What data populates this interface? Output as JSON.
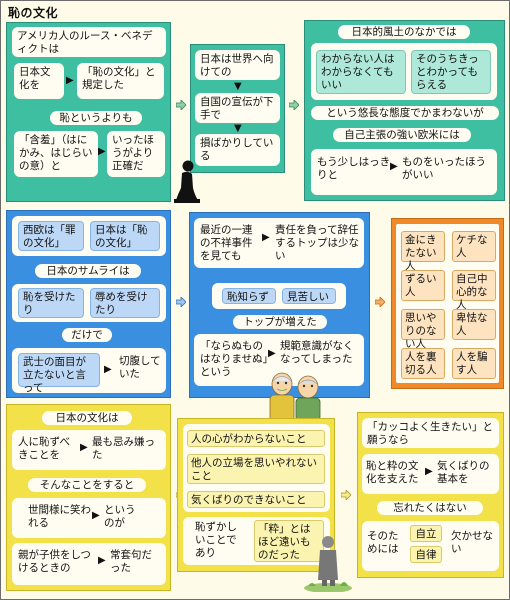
{
  "title": "恥の文化",
  "colors": {
    "green": "#3fbfa2",
    "blue": "#3b8fe0",
    "orange": "#f08a28",
    "yellow": "#f3e14a",
    "card": "#fffdf2"
  },
  "p1": {
    "head": "アメリカ人のルース・ベネディクトは",
    "a": "日本文化を",
    "b": "「恥の文化」と規定した",
    "mid": "恥というよりも",
    "c": "「含羞」（はにかみ、はじらいの意）と",
    "d": "いったほうがより正確だ"
  },
  "p2": {
    "a": "日本は世界へ向けての",
    "b": "自国の宣伝が下手で",
    "c": "損ばかりしている"
  },
  "p3": {
    "head": "日本的風土のなかでは",
    "a": "わからない人はわからなくてもいい",
    "b": "そのうちきっとわかってもらえる",
    "mid1": "という悠長な態度でかまわないが",
    "mid2": "自己主張の強い欧米には",
    "c": "もう少しはっきりと",
    "d": "ものをいったほうがいい"
  },
  "p4": {
    "a": "西欧は「罪の文化」",
    "b": "日本は「恥の文化」",
    "mid1": "日本のサムライは",
    "c": "恥を受けたり",
    "d": "辱めを受けたり",
    "mid2": "だけで",
    "e": "武士の面目が立たないと言って",
    "f": "切腹していた"
  },
  "p5": {
    "a": "最近の一連の不祥事件を見ても",
    "b": "責任を負って辞任するトップは少ない",
    "c": "恥知らず",
    "d": "見苦しい",
    "mid": "トップが増えた",
    "e": "「ならぬものはなりませぬ」という",
    "f": "規範意識がなくなってしまった"
  },
  "p6": {
    "items": [
      "金にきたない人",
      "ケチな人",
      "ずるい人",
      "自己中心的な人",
      "思いやりのない人",
      "卑怯な人",
      "人を裏切る人",
      "人を騙す人"
    ]
  },
  "p7": {
    "head": "日本の文化は",
    "a": "人に恥ずべきことを",
    "b": "最も忌み嫌った",
    "mid": "そんなことをすると",
    "c": "世間様に笑われる",
    "d": "というのが",
    "e": "親が子供をしつけるときの",
    "f": "常套句だった"
  },
  "p8": {
    "a": "人の心がわからないこと",
    "b": "他人の立場を思いやれないこと",
    "c": "気くばりのできないこと",
    "d": "恥ずかしいことであり",
    "e": "「粋」とはほど遠いものだった"
  },
  "p9": {
    "head": "「カッコよく生きたい」と願うなら",
    "a": "恥と粋の文化を支えた",
    "b": "気くばりの基本を",
    "mid": "忘れたくはない",
    "c": "そのためには",
    "d": "自立",
    "e": "自律",
    "f": "欠かせない"
  }
}
